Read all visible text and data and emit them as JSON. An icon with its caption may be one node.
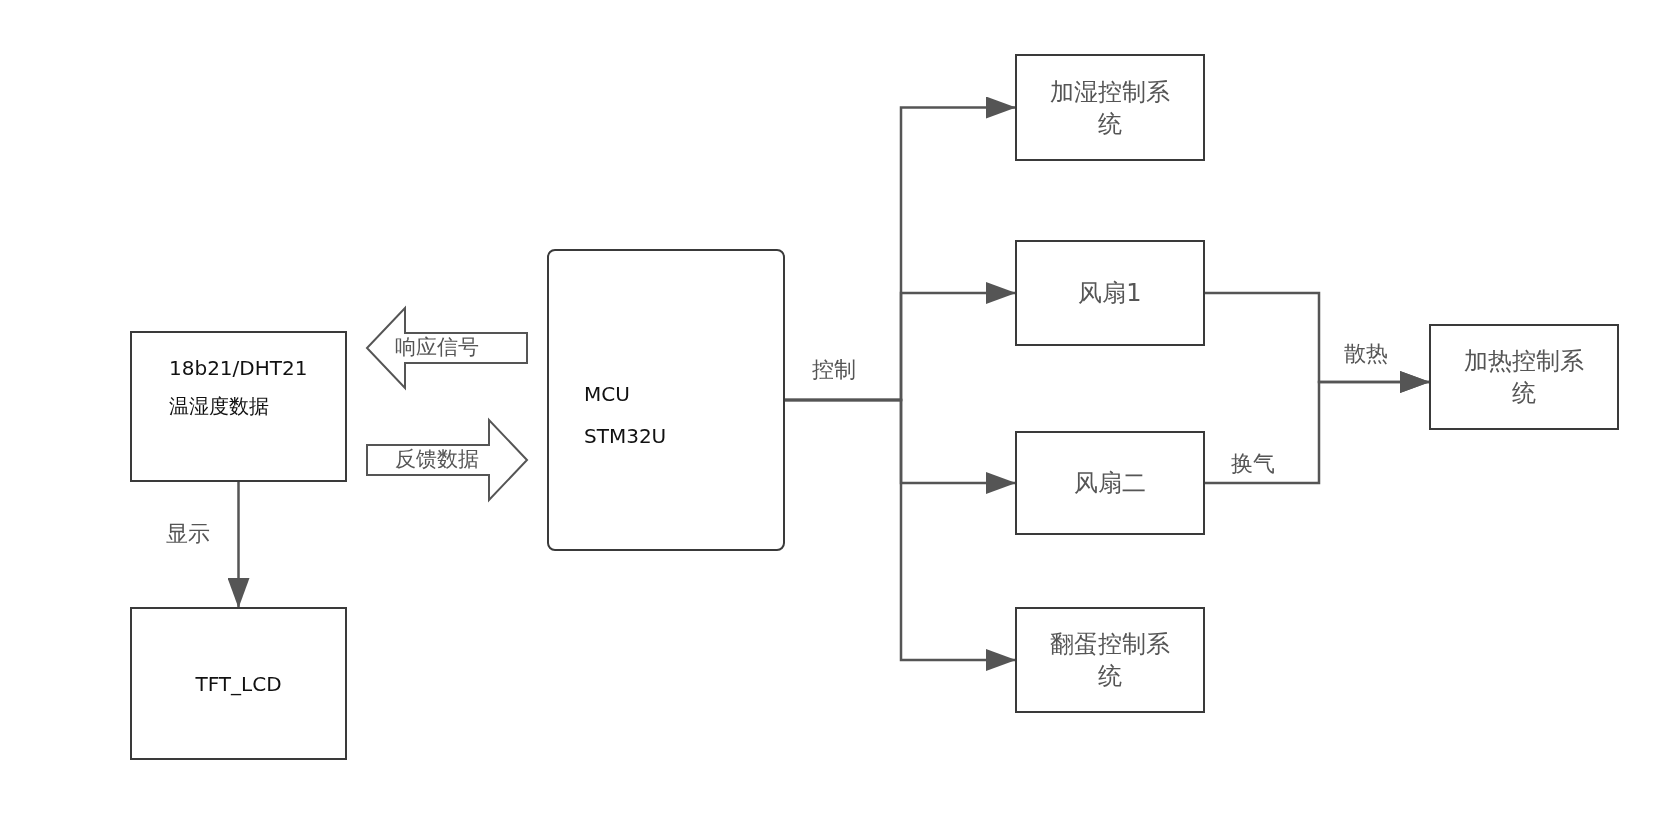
{
  "diagram": {
    "nodes": [
      {
        "text": [
          "18b21/DHT21",
          "温湿度数据"
        ]
      },
      {
        "text": [
          "TFT_LCD"
        ]
      },
      {
        "text": [
          "MCU",
          "STM32U"
        ]
      },
      {
        "text": [
          "加湿控制系统"
        ]
      },
      {
        "text": [
          "风扇1"
        ]
      },
      {
        "text": [
          "风扇二"
        ]
      },
      {
        "text": [
          "翻蛋控制系统"
        ]
      },
      {
        "text": [
          "加热控制系统"
        ]
      }
    ],
    "edges": [
      {
        "from": 0,
        "to": 1,
        "arrow": "to",
        "label": "显示"
      },
      {
        "from": 2,
        "to": 0,
        "arrow": "to",
        "label": "响应信号",
        "style": "thick"
      },
      {
        "from": 0,
        "to": 2,
        "arrow": "to",
        "label": "反馈数据",
        "style": "thick"
      },
      {
        "from": 2,
        "to": 3,
        "arrow": "to",
        "label": "控制"
      },
      {
        "from": 2,
        "to": 4,
        "arrow": "to"
      },
      {
        "from": 2,
        "to": 5,
        "arrow": "to"
      },
      {
        "from": 2,
        "to": 6,
        "arrow": "to"
      },
      {
        "from": 4,
        "to": 7,
        "arrow": "to",
        "label": "散热"
      },
      {
        "from": 5,
        "to": 7,
        "arrow": "to",
        "label": "换气"
      }
    ]
  }
}
